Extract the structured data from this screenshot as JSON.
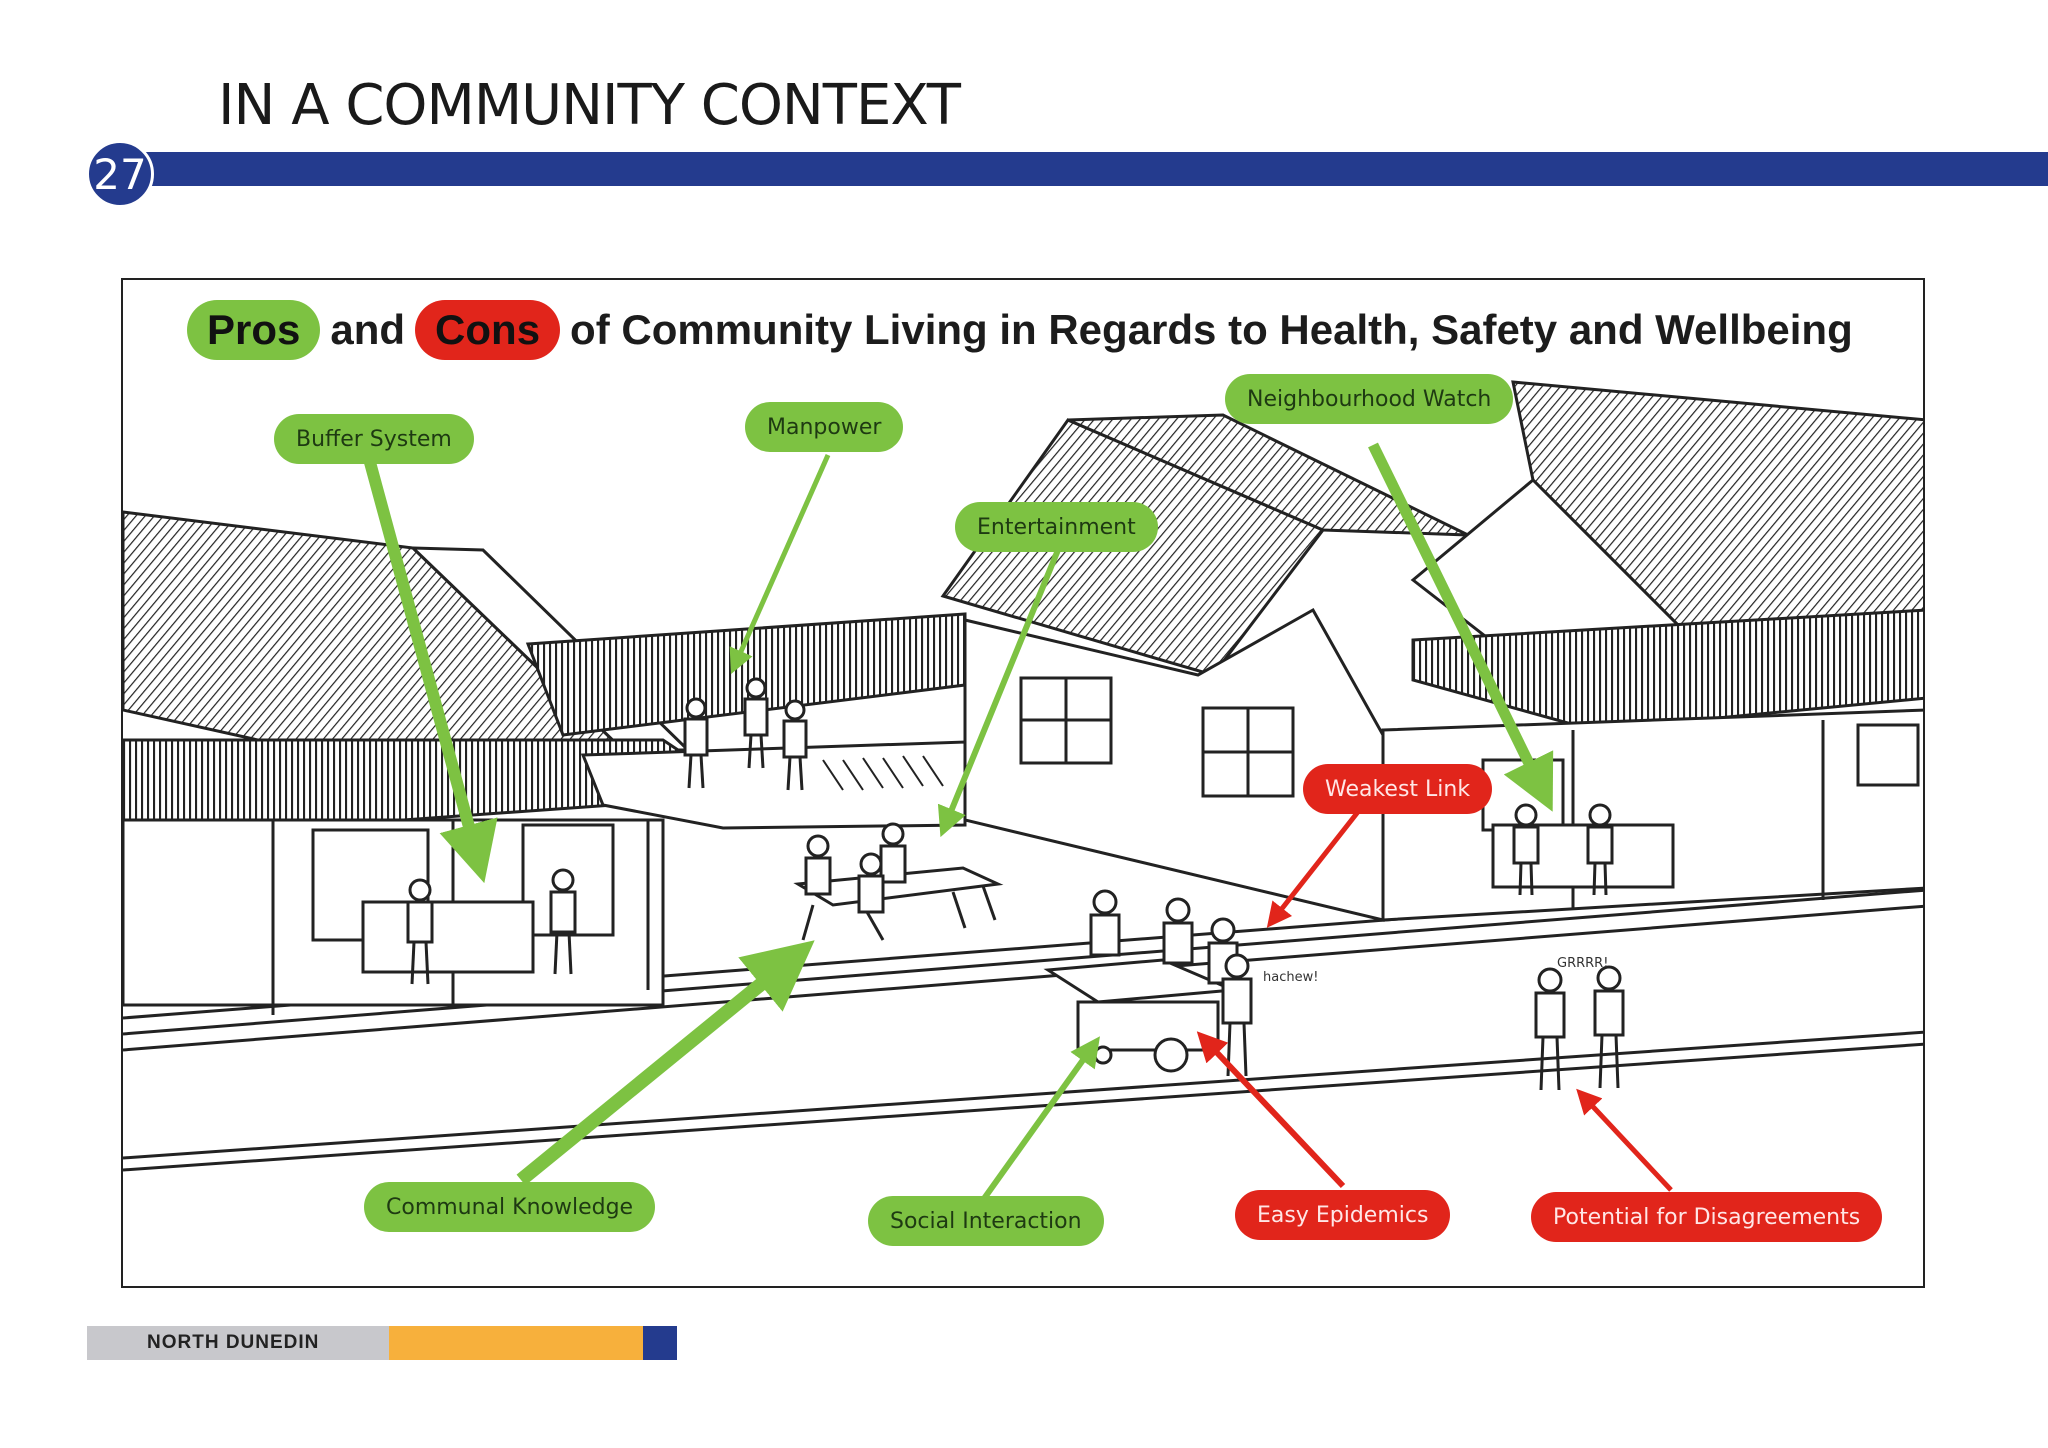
{
  "header": {
    "title": "IN A COMMUNITY CONTEXT",
    "page_number": "27",
    "bar_color": "#243b8e"
  },
  "diagram": {
    "title_pros": "Pros",
    "title_and": "and",
    "title_cons": "Cons",
    "title_rest": "of Community Living in Regards to Health, Safety and Wellbeing",
    "pro_color": "#7dc242",
    "con_color": "#e1251b",
    "pros": {
      "buffer_system": "Buffer System",
      "manpower": "Manpower",
      "entertainment": "Entertainment",
      "neighbourhood_watch": "Neighbourhood Watch",
      "communal_knowledge": "Communal Knowledge",
      "social_interaction": "Social Interaction"
    },
    "cons": {
      "weakest_link": "Weakest Link",
      "easy_epidemics": "Easy Epidemics",
      "potential_disagreements": "Potential for Disagreements"
    },
    "sound_effects": {
      "sneeze": "hachew!",
      "growl": "GRRRR!"
    }
  },
  "footer": {
    "label": "NORTH DUNEDIN",
    "colors": [
      "#c8c8cc",
      "#f7b03c",
      "#243b8e"
    ]
  }
}
